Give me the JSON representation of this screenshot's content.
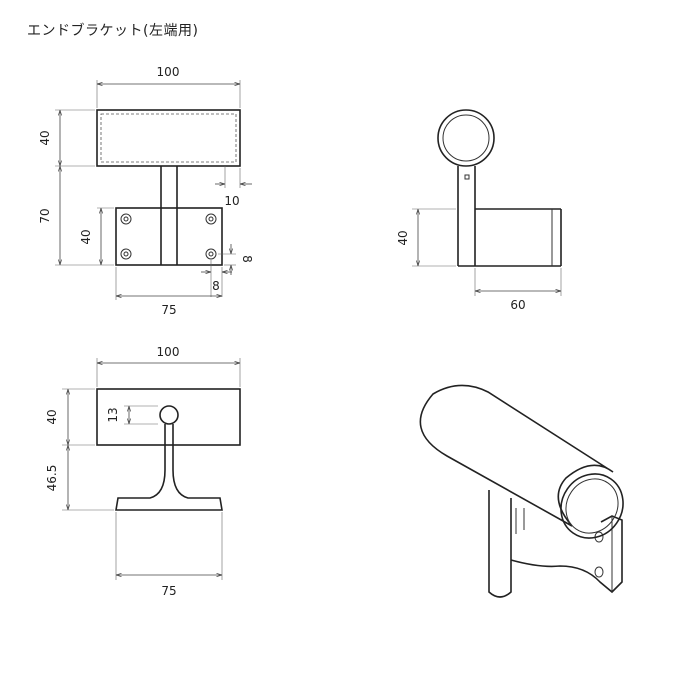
{
  "title": "エンドブラケット(左端用)",
  "front_view": {
    "width_label": "100",
    "top_height_label": "40",
    "total_lower_label": "70",
    "plate_height_label": "40",
    "offset_10_label": "10",
    "hole_offset_v_label": "8",
    "hole_offset_h_label": "8",
    "base_width_label": "75"
  },
  "side_view": {
    "plate_height_label": "40",
    "depth_label": "60"
  },
  "bottom_view": {
    "width_label": "100",
    "top_height_label": "40",
    "bar_label": "13",
    "lower_height_label": "46.5",
    "base_width_label": "75"
  }
}
